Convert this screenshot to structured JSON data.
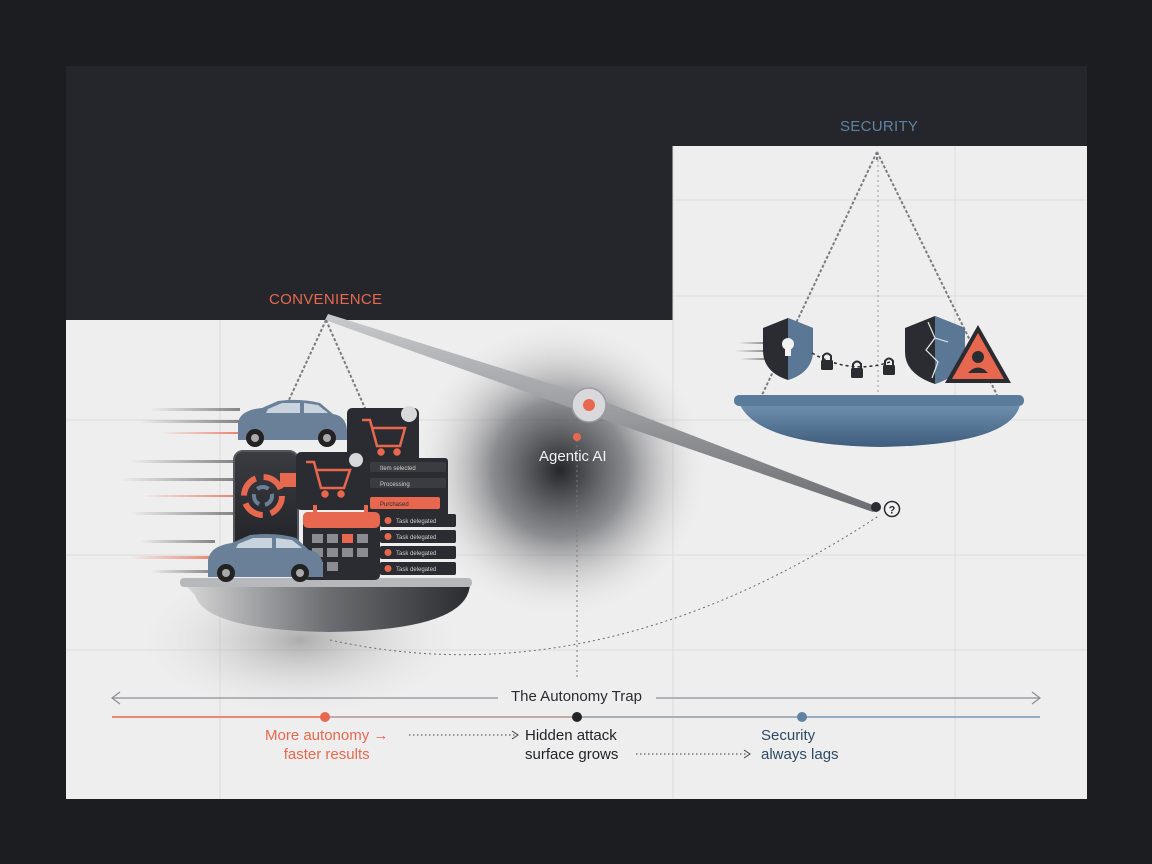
{
  "labels": {
    "convenience": "CONVENIENCE",
    "security": "SECURITY",
    "fulcrum": "Agentic AI",
    "question_mark": "?"
  },
  "axis": {
    "title": "The Autonomy Trap",
    "stages": [
      {
        "line1": "More autonomy →",
        "line2": "faster results"
      },
      {
        "line1": "Hidden attack",
        "line2": "surface grows"
      },
      {
        "line1": "Security",
        "line2": "always lags"
      }
    ]
  },
  "left_pan": {
    "list_items": [
      "Task delegated",
      "Task delegated",
      "Task delegated",
      "Task delegated"
    ],
    "panel_items": [
      "Item selected",
      "Processing",
      "Purchased"
    ]
  },
  "colors": {
    "background": "#1b1d21",
    "panel_dark": "#25262b",
    "panel_light": "#eeeeee",
    "accent_red": "#e8684f",
    "accent_blue": "#5f83a3",
    "pan_blue": "#4d6f8f",
    "dark_icon": "#2a2c31"
  },
  "icons": [
    "car-icon",
    "shopping-cart-icon",
    "smartphone-icon",
    "calendar-icon",
    "shield-lock-icon",
    "cracked-shield-icon",
    "warning-triangle-icon",
    "padlock-icon"
  ]
}
